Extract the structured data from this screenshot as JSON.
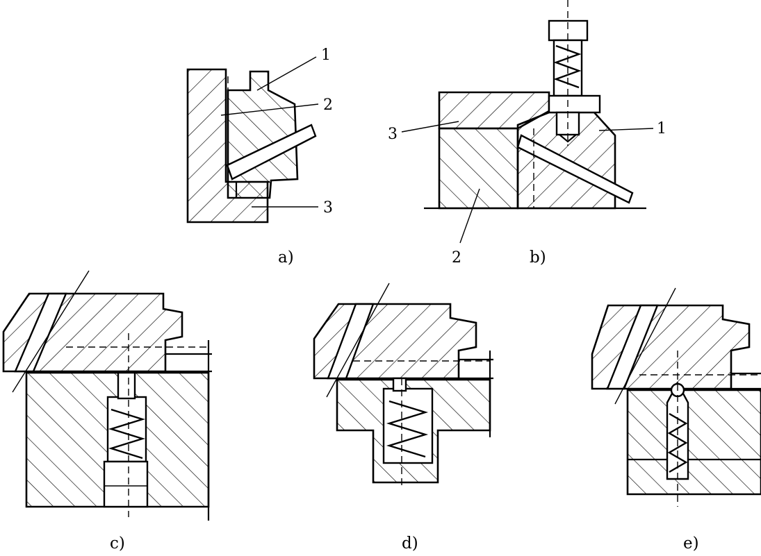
{
  "figure": {
    "panels": [
      {
        "id": "a",
        "caption": "a)",
        "callouts": [
          "1",
          "2",
          "3"
        ]
      },
      {
        "id": "b",
        "caption": "b)",
        "callouts": [
          "1",
          "2",
          "3"
        ]
      },
      {
        "id": "c",
        "caption": "c)"
      },
      {
        "id": "d",
        "caption": "d)"
      },
      {
        "id": "e",
        "caption": "e)"
      }
    ]
  }
}
